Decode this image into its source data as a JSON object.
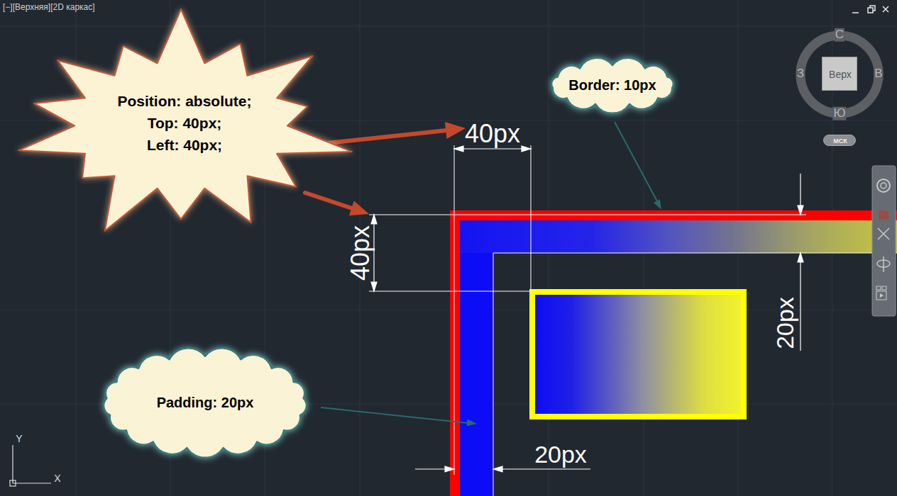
{
  "diagram": {
    "nodes": [
      {
        "text": [
          "Position: absolute;",
          "Top: 40px;",
          "Left: 40px;"
        ]
      },
      {
        "text": [
          "Border: 10px"
        ]
      },
      {
        "text": [
          "Верх"
        ]
      },
      {
        "text": [
          "МСК"
        ]
      },
      {
        "text": [
          "Padding: 20px"
        ]
      }
    ],
    "labels": [
      "[−][Верхняя][2D каркас]",
      "С",
      "З",
      "В",
      "Ю",
      "40px",
      "40px",
      "20px",
      "20px",
      "Y",
      "X"
    ]
  }
}
